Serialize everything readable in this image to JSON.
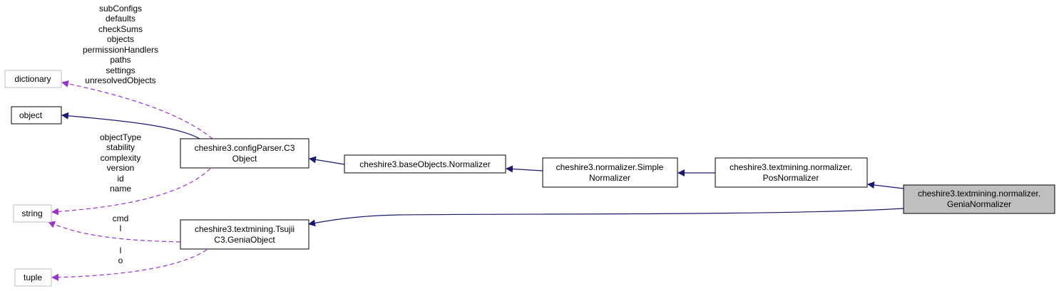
{
  "colors": {
    "inheritance": "#191970",
    "usage": "#9a32cd",
    "strong_border": "#000000",
    "weak_border": "#bfbfbf",
    "highlight_fill": "#bfbfbf"
  },
  "nodes": {
    "dictionary": [
      "dictionary"
    ],
    "object": [
      "object"
    ],
    "string": [
      "string"
    ],
    "tuple": [
      "tuple"
    ],
    "c3object": [
      "cheshire3.configParser.C3",
      "Object"
    ],
    "genia_object": [
      "cheshire3.textmining.Tsujii",
      "C3.GeniaObject"
    ],
    "normalizer": [
      "cheshire3.baseObjects.Normalizer"
    ],
    "simple_normalizer": [
      "cheshire3.normalizer.Simple",
      "Normalizer"
    ],
    "pos_normalizer": [
      "cheshire3.textmining.normalizer.",
      "PosNormalizer"
    ],
    "genia_normalizer": [
      "cheshire3.textmining.normalizer.",
      "GeniaNormalizer"
    ]
  },
  "edge_labels": {
    "dictionary_members": [
      "subConfigs",
      "defaults",
      "checkSums",
      "objects",
      "permissionHandlers",
      "paths",
      "settings",
      "unresolvedObjects"
    ],
    "c3object_string_members": [
      "objectType",
      "stability",
      "complexity",
      "version",
      "id",
      "name"
    ],
    "genia_string_members": [
      "cmd",
      "l"
    ],
    "genia_tuple_members": [
      "l",
      "o"
    ]
  }
}
